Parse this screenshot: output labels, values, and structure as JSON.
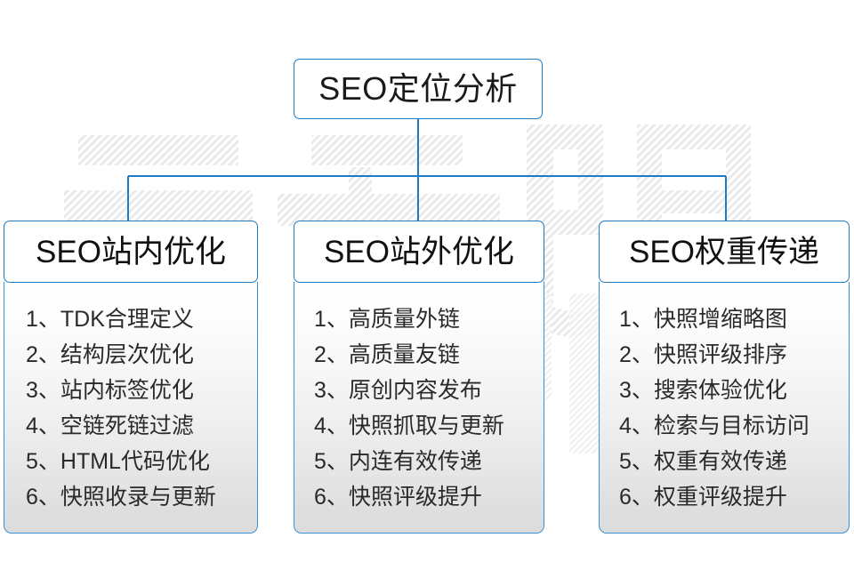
{
  "diagram": {
    "root": {
      "label": "SEO定位分析"
    },
    "branches": [
      {
        "header": "SEO站内优化",
        "items": [
          {
            "num": "1、",
            "text": "TDK合理定义"
          },
          {
            "num": "2、",
            "text": "结构层次优化"
          },
          {
            "num": "3、",
            "text": "站内标签优化"
          },
          {
            "num": "4、",
            "text": "空链死链过滤"
          },
          {
            "num": "5、",
            "text": "HTML代码优化"
          },
          {
            "num": "6、",
            "text": "快照收录与更新"
          }
        ]
      },
      {
        "header": "SEO站外优化",
        "items": [
          {
            "num": "1、",
            "text": "高质量外链"
          },
          {
            "num": "2、",
            "text": "高质量友链"
          },
          {
            "num": "3、",
            "text": "原创内容发布"
          },
          {
            "num": "4、",
            "text": "快照抓取与更新"
          },
          {
            "num": "5、",
            "text": "内连有效传递"
          },
          {
            "num": "6、",
            "text": "快照评级提升"
          }
        ]
      },
      {
        "header": "SEO权重传递",
        "items": [
          {
            "num": "1、",
            "text": "快照增缩略图"
          },
          {
            "num": "2、",
            "text": "快照评级排序"
          },
          {
            "num": "3、",
            "text": "搜索体验优化"
          },
          {
            "num": "4、",
            "text": "检索与目标访问"
          },
          {
            "num": "5、",
            "text": "权重有效传递"
          },
          {
            "num": "6、",
            "text": "权重评级提升"
          }
        ]
      }
    ],
    "colors": {
      "connector_line": "#1f7cc4",
      "header_border": "#1f7cc4",
      "body_border": "#3a93d4",
      "text": "#1a1a1a",
      "background": "#ffffff",
      "watermark": "#ededed"
    },
    "watermark_text": "云无限"
  }
}
